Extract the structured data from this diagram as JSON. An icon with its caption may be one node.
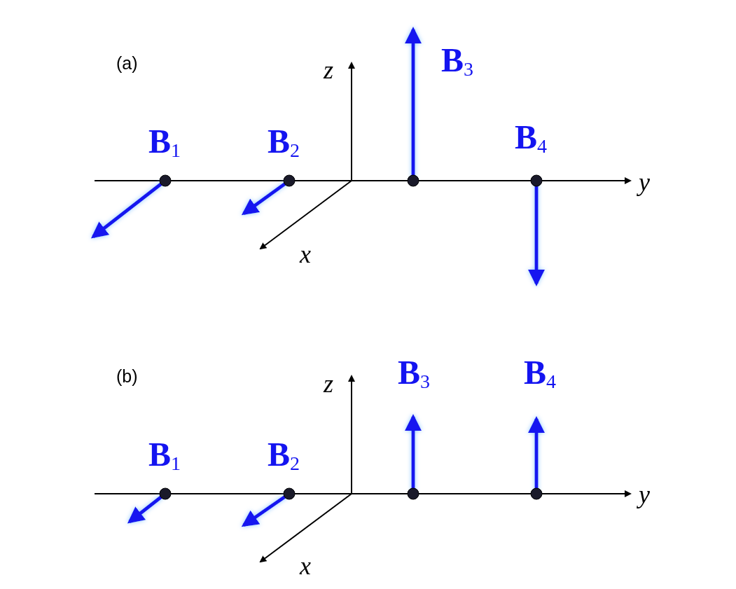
{
  "diagram": {
    "labels": [
      "(a)",
      "z",
      "**B**$_{3}$",
      "**B**$_{1}$",
      "**B**$_{2}$",
      "**B**$_{4}$",
      "y",
      "x",
      "(b)",
      "z",
      "**B**$_{3}$",
      "**B**$_{4}$",
      "**B**$_{1}$",
      "**B**$_{2}$",
      "y",
      "x"
    ]
  }
}
